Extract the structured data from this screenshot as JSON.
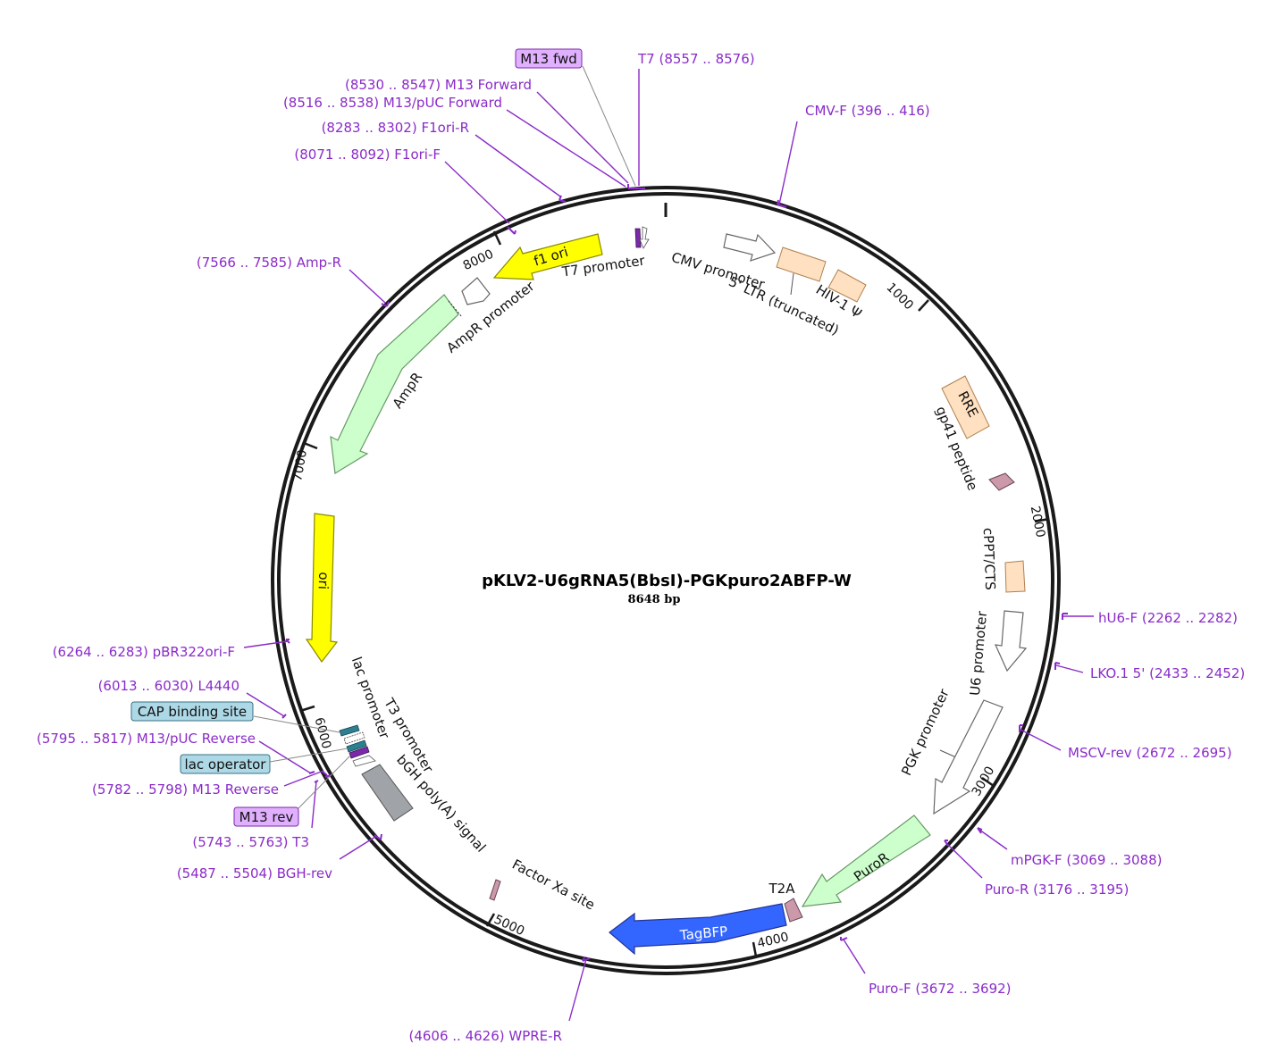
{
  "map": {
    "name": "pKLV2-U6gRNA5(BbsI)-PGKpuro2ABFP-W",
    "length_label": "8648 bp",
    "length_bp": 8648
  },
  "colors": {
    "backbone": "#1a1a1a",
    "primer": "#8a2bc8",
    "promoter_fill": "#ffffff",
    "ori": "#ffff00",
    "resistance": "#ccffcc",
    "ltr": "#ffe0c0",
    "tagbfp": "#3366ff",
    "peptide": "#cc99aa",
    "polya": "#a0a4a8",
    "feature_box": "#add8e6",
    "primer_box": "#e0b0ff"
  },
  "ticks": [
    "1000",
    "2000",
    "3000",
    "4000",
    "5000",
    "6000",
    "7000",
    "8000"
  ],
  "features": {
    "cmv_promoter": "CMV promoter",
    "ltr": "5' LTR (truncated)",
    "hiv_psi": "HIV-1 Ψ",
    "rre": "RRE",
    "gp41": "gp41 peptide",
    "cppt": "cPPT/CTS",
    "u6": "U6 promoter",
    "pgk": "PGK promoter",
    "puror": "PuroR",
    "t2a": "T2A",
    "tagbfp": "TagBFP",
    "factor_xa": "Factor Xa site",
    "bgh": "bGH poly(A) signal",
    "t3": "T3 promoter",
    "lac_promoter": "lac promoter",
    "ori": "ori",
    "ampr": "AmpR",
    "ampr_promoter": "AmpR promoter",
    "f1_ori": "f1 ori",
    "t7": "T7 promoter"
  },
  "primers": [
    {
      "id": "t7",
      "label": "T7   (8557 .. 8576)"
    },
    {
      "id": "cmvf",
      "label": "CMV-F   (396 .. 416)"
    },
    {
      "id": "m13fwd",
      "label": "(8530 .. 8547)  M13 Forward"
    },
    {
      "id": "m13puc",
      "label": "(8516 .. 8538)  M13/pUC Forward"
    },
    {
      "id": "f1orir",
      "label": "(8283 .. 8302)  F1ori-R"
    },
    {
      "id": "f1orif",
      "label": "(8071 .. 8092)  F1ori-F"
    },
    {
      "id": "ampr",
      "label": "(7566 .. 7585)  Amp-R"
    },
    {
      "id": "hu6",
      "label": "hU6-F   (2262 .. 2282)"
    },
    {
      "id": "lko",
      "label": "LKO.1 5'   (2433 .. 2452)"
    },
    {
      "id": "mscv",
      "label": "MSCV-rev   (2672 .. 2695)"
    },
    {
      "id": "mpgk",
      "label": "mPGK-F   (3069 .. 3088)"
    },
    {
      "id": "puror",
      "label": "Puro-R   (3176 .. 3195)"
    },
    {
      "id": "purof",
      "label": "Puro-F   (3672 .. 3692)"
    },
    {
      "id": "wpre",
      "label": "(4606 .. 4626)  WPRE-R"
    },
    {
      "id": "pbr",
      "label": "(6264 .. 6283)  pBR322ori-F"
    },
    {
      "id": "l4440",
      "label": "(6013 .. 6030)  L4440"
    },
    {
      "id": "m13puc_rev",
      "label": "(5795 .. 5817)  M13/pUC Reverse"
    },
    {
      "id": "m13rev",
      "label": "(5782 .. 5798)  M13 Reverse"
    },
    {
      "id": "t3",
      "label": "(5743 .. 5763)  T3"
    },
    {
      "id": "bgh",
      "label": "(5487 .. 5504)  BGH-rev"
    }
  ],
  "boxes": {
    "m13_fwd": "M13 fwd",
    "cap": "CAP binding site",
    "lac_operator": "lac operator",
    "m13_rev": "M13 rev"
  }
}
